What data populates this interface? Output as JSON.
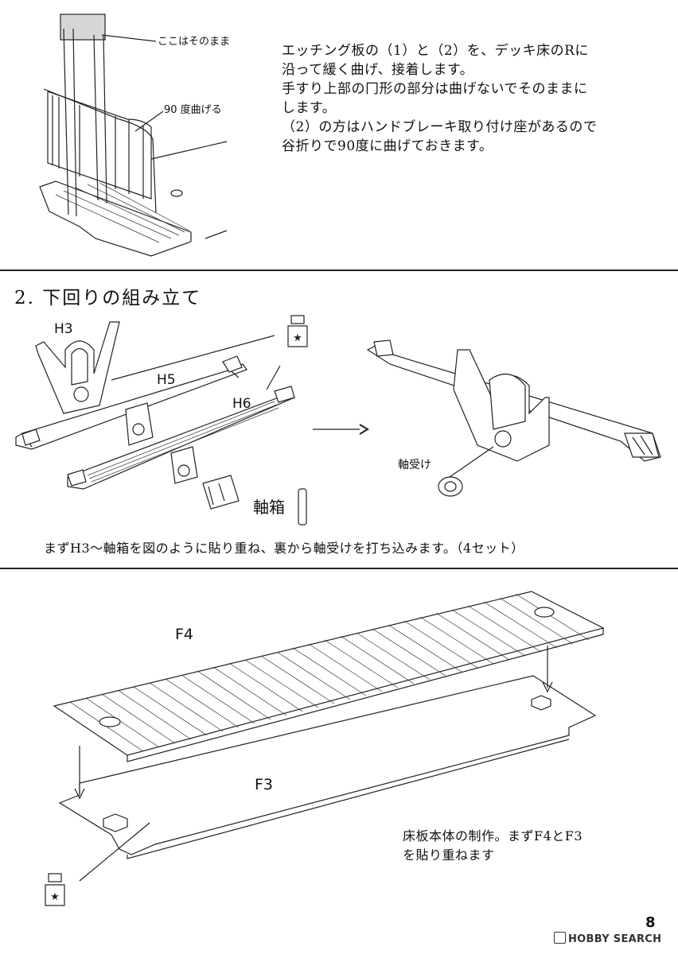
{
  "section1": {
    "callout_keep": "ここはそのまま",
    "callout_bend": "90 度曲げる",
    "instructions": [
      "エッチング板の（1）と（2）を、デッキ床のRに",
      "沿って緩く曲げ、接着します。",
      "手すり上部の冂形の部分は曲げないでそのままに",
      "します。",
      "（2）の方はハンドブレーキ取り付け座があるので",
      "谷折りで90度に曲げておきます。"
    ]
  },
  "section2": {
    "heading": "2. 下回りの組み立て",
    "labels": {
      "h3": "H3",
      "h5": "H5",
      "h6": "H6",
      "axlebox": "軸箱",
      "bearing": "軸受け"
    },
    "caption": "まずH3〜軸箱を図のように貼り重ね、裏から軸受けを打ち込みます。（4セット）"
  },
  "section3": {
    "label_f4": "F4",
    "label_f3": "F3",
    "instructions": [
      "床板本体の制作。まずF4とF3",
      "を貼り重ねます"
    ]
  },
  "footer": {
    "watermark": "HOBBY SEARCH",
    "page_number": "8"
  }
}
